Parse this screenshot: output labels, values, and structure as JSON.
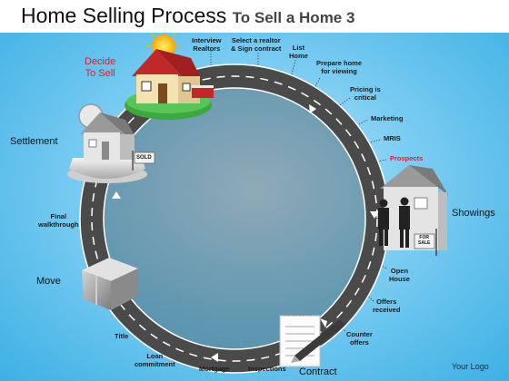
{
  "title": {
    "main": "Home Selling Process",
    "sub": "To Sell a Home 3"
  },
  "stages": {
    "decide": "Decide\nTo Sell",
    "settlement": "Settlement",
    "showings": "Showings",
    "move": "Move",
    "contract": "Contract"
  },
  "steps": {
    "interview": "Interview\nRealtors",
    "select": "Select a realtor\n& Sign contract",
    "list": "List\nHome",
    "prepare": "Prepare home\nfor viewing",
    "pricing": "Pricing is\ncritical",
    "marketing": "Marketing",
    "mris": "MRIS",
    "prospects": "Prospects",
    "open_house": "Open\nHouse",
    "offers": "Offers\nreceived",
    "counter": "Counter\noffers",
    "inspections": "Inspections",
    "mortgage": "Mortgage",
    "loan": "Loan\ncommitment",
    "title_step": "Title",
    "final": "Final\nwalkthrough"
  },
  "signs": {
    "sold": "SOLD",
    "for_sale": "FOR\nSALE"
  },
  "logo": "Your Logo",
  "colors": {
    "accent": "#d8212e",
    "road": "#4a4a4a",
    "background": "#3db0e4"
  }
}
